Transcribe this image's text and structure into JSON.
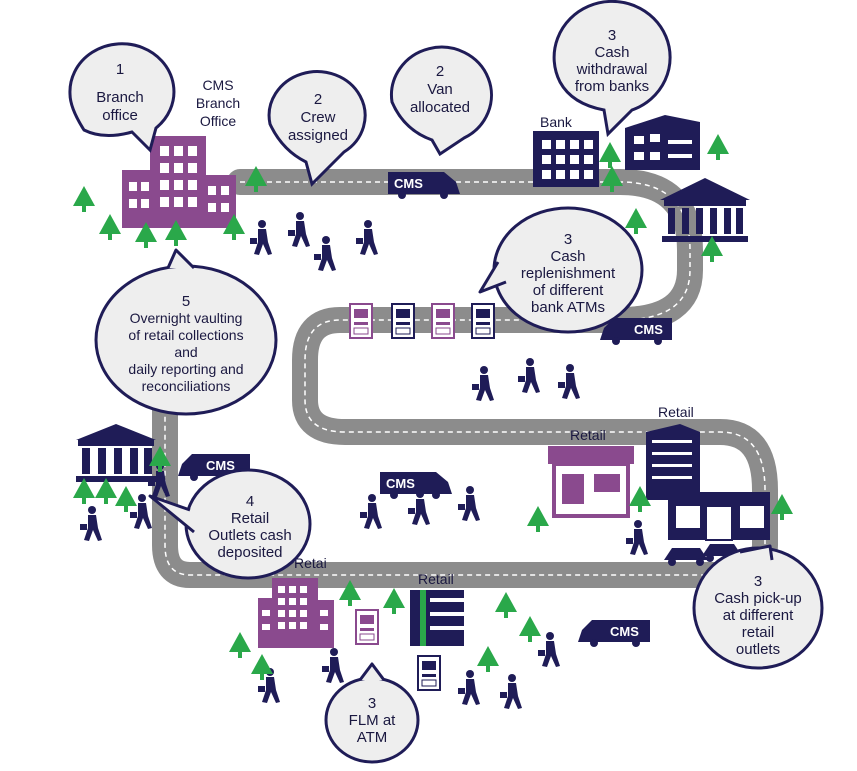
{
  "colors": {
    "navy": "#1f1c57",
    "purple": "#8a4a8e",
    "road": "#8c8c8c",
    "green": "#2aa84a",
    "bubble_fill": "#eeeeee",
    "bubble_stroke": "#1f1c57"
  },
  "bubbles": {
    "branch_office": {
      "num": "1",
      "l1": "Branch",
      "l2": "office"
    },
    "crew": {
      "num": "2",
      "l1": "Crew",
      "l2": "assigned"
    },
    "van": {
      "num": "2",
      "l1": "Van",
      "l2": "allocated"
    },
    "withdrawal": {
      "num": "3",
      "l1": "Cash",
      "l2": "withdrawal",
      "l3": "from banks"
    },
    "replenish": {
      "num": "3",
      "l1": "Cash",
      "l2": "replenishment",
      "l3": "of different",
      "l4": "bank ATMs"
    },
    "vaulting": {
      "num": "5",
      "l1": "Overnight vaulting",
      "l2": "of retail collections",
      "l3": "and",
      "l4": "daily reporting and",
      "l5": "reconciliations"
    },
    "deposit": {
      "num": "4",
      "l1": "Retail",
      "l2": "Outlets cash",
      "l3": "deposited"
    },
    "pickup": {
      "num": "3",
      "l1": "Cash pick-up",
      "l2": "at different",
      "l3": "retail",
      "l4": "outlets"
    },
    "flm": {
      "num": "3",
      "l1": "FLM at",
      "l2": "ATM"
    }
  },
  "labels": {
    "cms_office": [
      "CMS",
      "Branch",
      "Office"
    ],
    "bank": "Bank",
    "retail_top": "Retail",
    "retail_mid": "Retail",
    "retail_bottom_left": "Retai",
    "retail_bottom_mid": "Retail"
  },
  "vans": {
    "label": "CMS"
  },
  "icons": [
    "building-icon",
    "bank-icon",
    "atm-icon",
    "van-icon",
    "person-icon",
    "tree-icon",
    "shop-icon",
    "car-icon"
  ]
}
